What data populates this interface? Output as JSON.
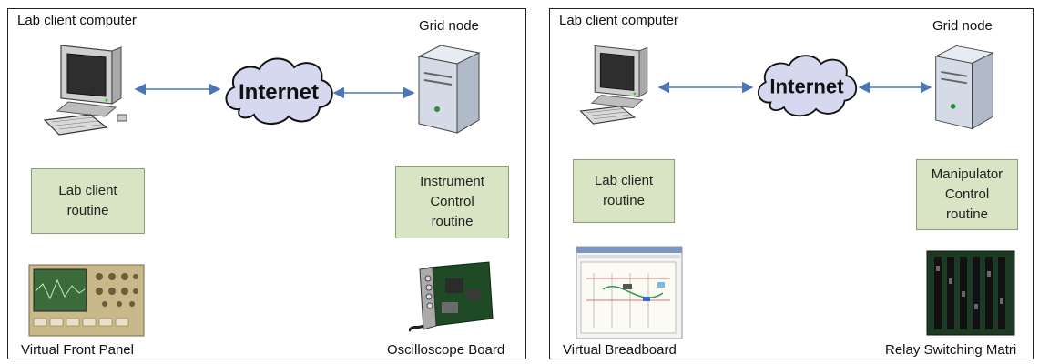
{
  "left_panel": {
    "client_label": "Lab client computer",
    "node_label": "Grid node",
    "cloud_text": "Internet",
    "client_routine": "Lab client\nroutine",
    "node_routine": "Instrument\nControl\nroutine",
    "client_device": "Virtual Front Panel",
    "node_device": "Oscilloscope Board"
  },
  "right_panel": {
    "client_label": "Lab client computer",
    "node_label": "Grid node",
    "cloud_text": "Internet",
    "client_routine": "Lab client\nroutine",
    "node_routine": "Manipulator\nControl\nroutine",
    "client_device": "Virtual Breadboard",
    "node_device": "Relay Switching Matri"
  },
  "colors": {
    "routine_box": "#d8e4c4",
    "link_arrow": "#4a76b8",
    "board_green": "#1e4a26"
  }
}
